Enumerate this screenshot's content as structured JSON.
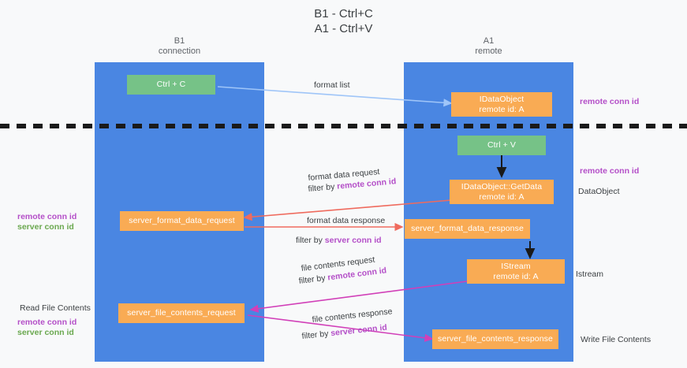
{
  "title": "B1 - Ctrl+C\nA1 - Ctrl+V",
  "columns": [
    {
      "name": "b1",
      "title": "B1",
      "subtitle": "connection",
      "header": "B1\nconnection"
    },
    {
      "name": "a1",
      "title": "A1",
      "subtitle": "remote",
      "header": "A1\nremote"
    }
  ],
  "boxes": {
    "ctrl_c": "Ctrl + C",
    "ctrl_v": "Ctrl + V",
    "idataobject": "IDataObject\nremote id: A",
    "getdata": "IDataObject::GetData\nremote id: A",
    "server_format_data_request": "server_format_data_request",
    "server_format_data_response": "server_format_data_response",
    "istream": "IStream\nremote id: A",
    "server_file_contents_request": "server_file_contents_request",
    "server_file_contents_response": "server_file_contents_response"
  },
  "connectors": {
    "format_list": "format list",
    "format_data_request": "format data request",
    "format_data_request_filter_prefix": "filter by ",
    "format_data_request_filter_value": "remote conn id",
    "format_data_response": "format data response",
    "format_data_response_filter_prefix": "filter by ",
    "format_data_response_filter_value": "server conn id",
    "file_contents_request": "file contents request",
    "file_contents_request_filter_prefix": "filter by ",
    "file_contents_request_filter_value": "remote conn id",
    "file_contents_response": "file contents response",
    "file_contents_response_filter_prefix": "filter by ",
    "file_contents_response_filter_value": "server conn id"
  },
  "annotations": {
    "right_remote_conn_id_top": "remote conn id",
    "right_remote_conn_id_mid": "remote conn id",
    "right_dataobject": "DataObject",
    "right_istream": "Istream",
    "right_write_file_contents": "Write File Contents",
    "left_remote_conn_id": "remote conn id",
    "left_server_conn_id": "server conn id",
    "left_read_file_contents": "Read File Contents",
    "left_remote_conn_id_2": "remote conn id",
    "left_server_conn_id_2": "server conn id"
  },
  "colors": {
    "lane": "#4a86e2",
    "green_box": "#76c287",
    "orange_box": "#f9ab54",
    "purple_text": "#b44fc8",
    "green_text": "#6aa84f",
    "arrow_blue": "#9fc5f8",
    "arrow_red": "#ef6b5e",
    "arrow_magenta": "#d13fb8",
    "arrow_black": "#1a1a1a",
    "background": "#f8f9fa"
  }
}
